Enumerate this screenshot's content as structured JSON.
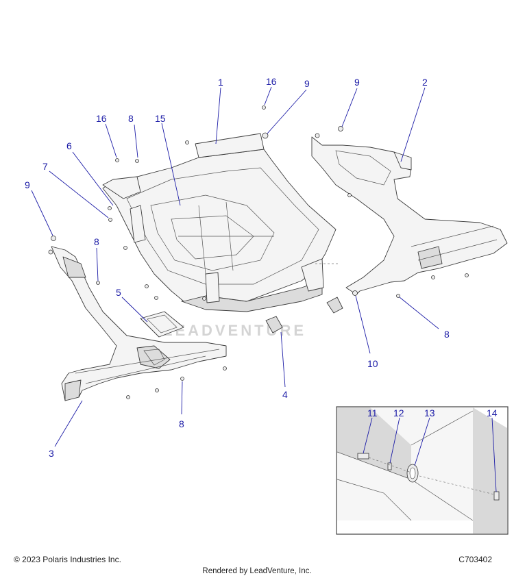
{
  "callouts": [
    {
      "id": "1",
      "text": "1"
    },
    {
      "id": "2",
      "text": "2"
    },
    {
      "id": "3",
      "text": "3"
    },
    {
      "id": "4",
      "text": "4"
    },
    {
      "id": "5",
      "text": "5"
    },
    {
      "id": "6",
      "text": "6"
    },
    {
      "id": "7",
      "text": "7"
    },
    {
      "id": "8a",
      "text": "8"
    },
    {
      "id": "8b",
      "text": "8"
    },
    {
      "id": "8c",
      "text": "8"
    },
    {
      "id": "8d",
      "text": "8"
    },
    {
      "id": "9a",
      "text": "9"
    },
    {
      "id": "9b",
      "text": "9"
    },
    {
      "id": "9c",
      "text": "9"
    },
    {
      "id": "10",
      "text": "10"
    },
    {
      "id": "11",
      "text": "11"
    },
    {
      "id": "12",
      "text": "12"
    },
    {
      "id": "13",
      "text": "13"
    },
    {
      "id": "14",
      "text": "14"
    },
    {
      "id": "15",
      "text": "15"
    },
    {
      "id": "16a",
      "text": "16"
    },
    {
      "id": "16b",
      "text": "16"
    }
  ],
  "watermark": "LEADVENTURE",
  "footer": {
    "copyright": "© 2023 Polaris Industries Inc.",
    "code": "C703402",
    "rendered_by": "Rendered by LeadVenture, Inc."
  },
  "colors": {
    "callout": "#1a1aa6",
    "line": "#3a3a3a",
    "part_fill": "#f4f4f4",
    "shade_fill": "#dcdcdc"
  }
}
